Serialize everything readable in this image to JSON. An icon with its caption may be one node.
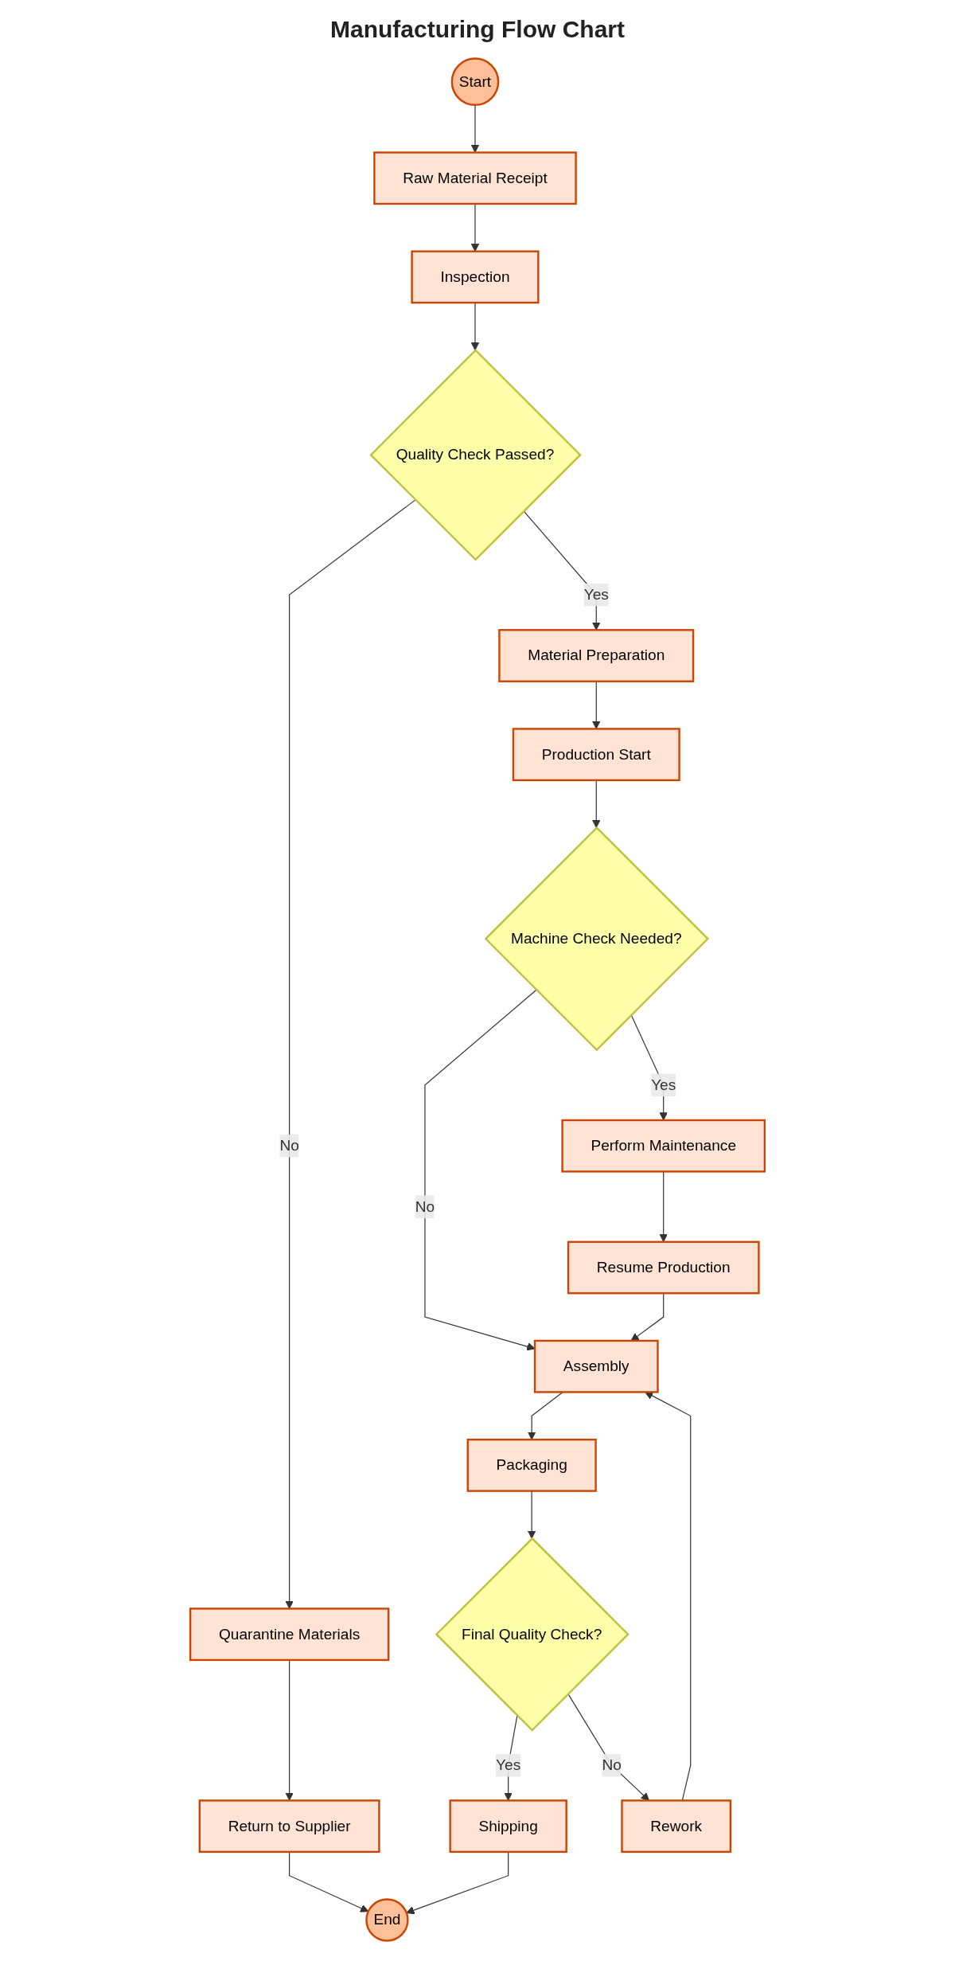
{
  "diagram": {
    "title": "Manufacturing Flow Chart",
    "nodes": [
      {
        "text": [
          "Start"
        ]
      },
      {
        "text": [
          "Raw Material Receipt"
        ]
      },
      {
        "text": [
          "Inspection"
        ]
      },
      {
        "text": [
          "Quality Check Passed?"
        ]
      },
      {
        "text": [
          "Quarantine Materials"
        ]
      },
      {
        "text": [
          "Return to Supplier"
        ]
      },
      {
        "text": [
          "Material Preparation"
        ]
      },
      {
        "text": [
          "Production Start"
        ]
      },
      {
        "text": [
          "Machine Check Needed?"
        ]
      },
      {
        "text": [
          "Final Quality Check?"
        ]
      },
      {
        "text": [
          "Perform Maintenance"
        ]
      },
      {
        "text": [
          "Shipping"
        ]
      },
      {
        "text": [
          "Rework"
        ]
      },
      {
        "text": [
          "Resume Production"
        ]
      },
      {
        "text": [
          "End"
        ]
      },
      {
        "text": [
          "Assembly"
        ]
      },
      {
        "text": [
          "Packaging"
        ]
      }
    ],
    "edges": [
      {
        "from": 0,
        "to": 1,
        "arrow": "to"
      },
      {
        "from": 1,
        "to": 2,
        "arrow": "to"
      },
      {
        "from": 2,
        "to": 3,
        "arrow": "to"
      },
      {
        "from": 3,
        "to": 4,
        "label": "No",
        "arrow": "to"
      },
      {
        "from": 3,
        "to": 6,
        "label": "Yes",
        "arrow": "to"
      },
      {
        "from": 4,
        "to": 5,
        "arrow": "to"
      },
      {
        "from": 6,
        "to": 7,
        "arrow": "to"
      },
      {
        "from": 7,
        "to": 8,
        "arrow": "to"
      },
      {
        "from": 8,
        "to": 10,
        "label": "Yes",
        "arrow": "to"
      },
      {
        "from": 8,
        "to": 15,
        "label": "No",
        "arrow": "to"
      },
      {
        "from": 10,
        "to": 13,
        "arrow": "to"
      },
      {
        "from": 9,
        "to": 11,
        "label": "Yes",
        "arrow": "to"
      },
      {
        "from": 9,
        "to": 12,
        "label": "No",
        "arrow": "to"
      },
      {
        "from": 5,
        "to": 14,
        "arrow": "to"
      },
      {
        "from": 11,
        "to": 14,
        "arrow": "to"
      },
      {
        "from": 12,
        "to": 15,
        "arrow": "to"
      },
      {
        "from": 13,
        "to": 15,
        "arrow": "to"
      },
      {
        "from": 15,
        "to": 16,
        "arrow": "to"
      },
      {
        "from": 16,
        "to": 9,
        "arrow": "to"
      }
    ]
  }
}
